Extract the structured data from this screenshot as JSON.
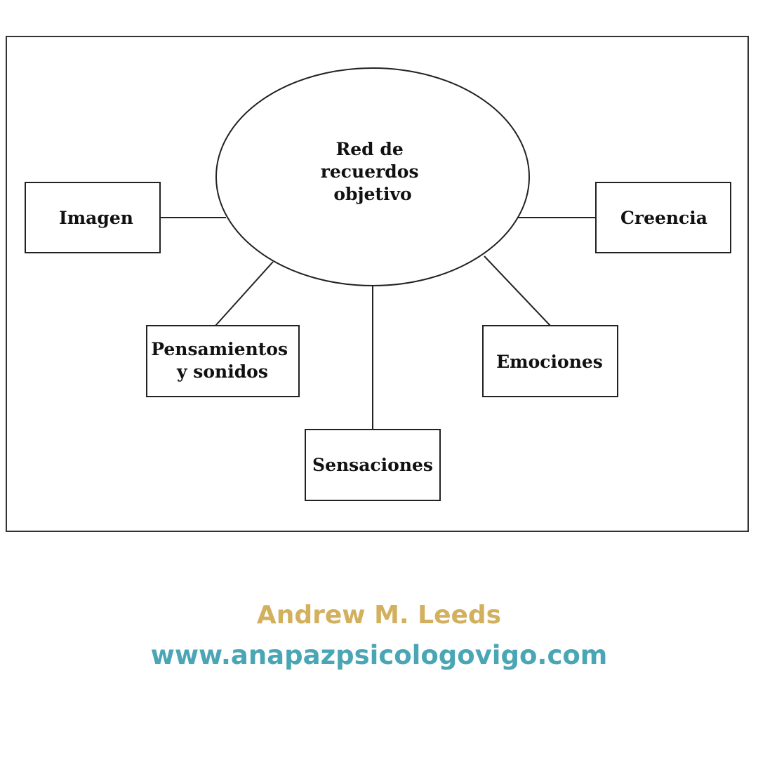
{
  "diagram": {
    "center": {
      "lines": [
        "Red de",
        "recuerdos",
        "objetivo"
      ]
    },
    "nodes": {
      "imagen": {
        "lines": [
          "Imagen"
        ]
      },
      "creencia": {
        "lines": [
          "Creencia"
        ]
      },
      "pensamientos": {
        "lines": [
          "Pensamientos",
          "y sonidos"
        ]
      },
      "emociones": {
        "lines": [
          "Emociones"
        ]
      },
      "sensaciones": {
        "lines": [
          "Sensaciones"
        ]
      }
    }
  },
  "credits": {
    "author": "Andrew M. Leeds",
    "website": "www.anapazpsicologovigo.com"
  },
  "colors": {
    "author": "#d2b05e",
    "website": "#4aa6b5",
    "stroke": "#222222"
  }
}
